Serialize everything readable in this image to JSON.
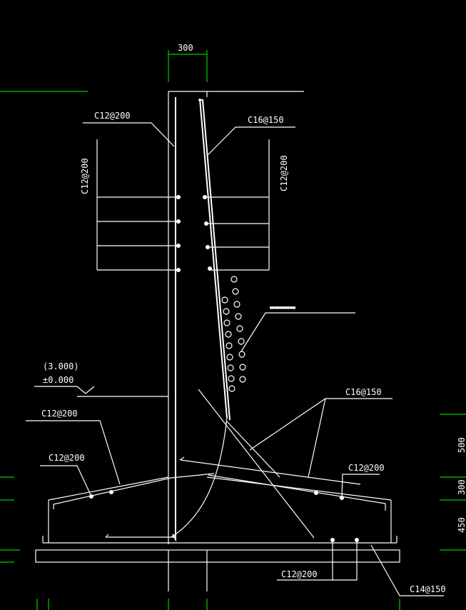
{
  "colors": {
    "background": "#000000",
    "line": "#ffffff",
    "dimension": "#00cc00"
  },
  "labels": {
    "width_dim": "300",
    "wall_left_rebar": "C12@200",
    "wall_right_rebar": "C16@150",
    "dist_left_vertical": "C12@200",
    "dist_right_vertical": "C12@200",
    "anchor_note": "▬▬▬▬▬",
    "elevation_top": "(3.000)",
    "elevation_main": "±0.000",
    "slab_left_top": "C12@200",
    "slab_left_bottom": "C12@200",
    "diag_rebar": "C16@150",
    "slab_right": "C12@200",
    "base_bottom": "C12@200",
    "base_right": "C14@150"
  },
  "right_dims": [
    "500",
    "300",
    "450"
  ]
}
